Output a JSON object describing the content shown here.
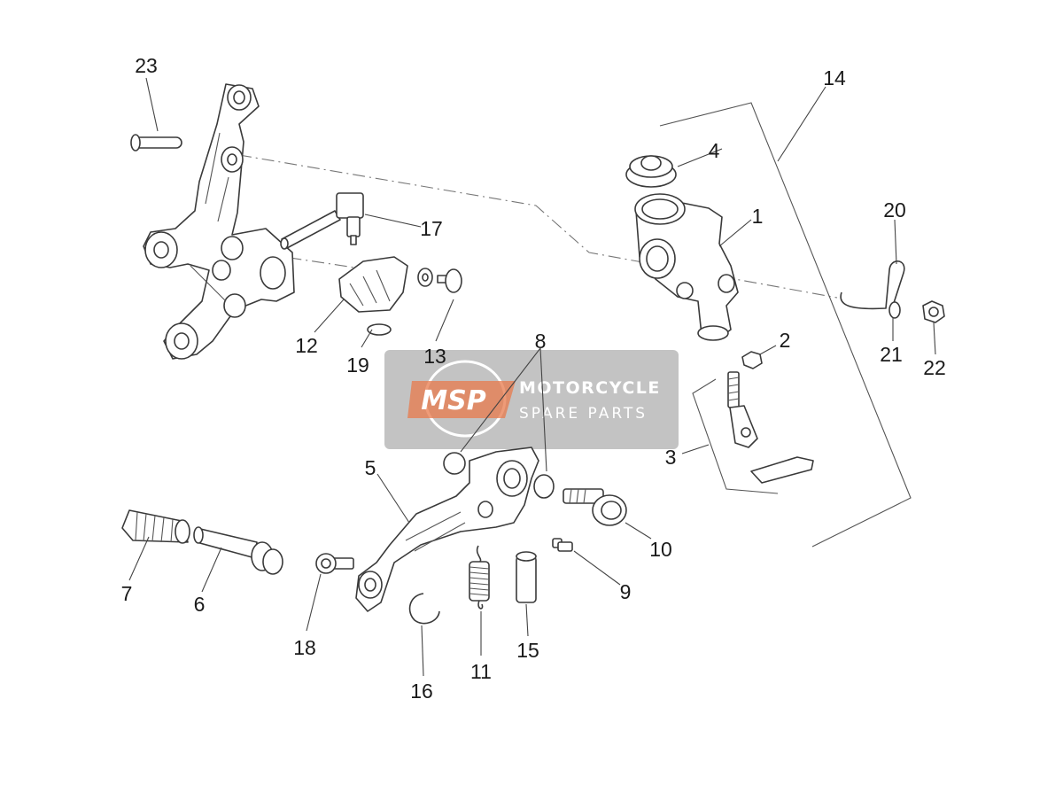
{
  "diagram": {
    "part_numbers": [
      "1",
      "2",
      "3",
      "4",
      "5",
      "6",
      "7",
      "8",
      "9",
      "10",
      "11",
      "12",
      "13",
      "14",
      "15",
      "16",
      "17",
      "18",
      "19",
      "20",
      "21",
      "22",
      "23"
    ]
  },
  "watermark": {
    "logo": "MSP",
    "title": "MOTORCYCLE",
    "subtitle": "SPARE PARTS"
  }
}
